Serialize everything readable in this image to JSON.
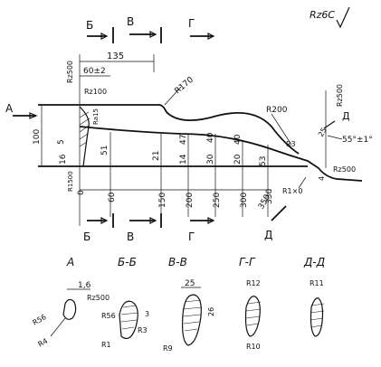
{
  "surface_finish_main": "Rz6C",
  "section_marks": {
    "b": "Б",
    "v": "В",
    "g": "Г",
    "d": "Д",
    "a": "А"
  },
  "dimensions": {
    "length_135": "135",
    "length_60": "60±2",
    "radius_170": "R170",
    "radius_200": "R200",
    "radius_3": "R3",
    "radius_1": "R1×0",
    "dia_100": "100",
    "dia_5": "5",
    "dia_16": "16",
    "dia_47": "47",
    "dia_40a": "40",
    "dia_40b": "40",
    "dia_14": "14",
    "dia_30": "30",
    "dia_20": "20",
    "dia_21": "21",
    "dia_53": "53",
    "dia_51": "51",
    "dia_4": "4",
    "dia_25": "25",
    "angle_55": "55°±1°",
    "ax_0": "0",
    "ax_60": "60",
    "ax_150": "150",
    "ax_200": "200",
    "ax_250": "250",
    "ax_300": "300",
    "ax_330": "330",
    "ax_350": "350"
  },
  "roughness": {
    "rz500_left": "Rz500",
    "rz100": "Rz100",
    "rz500_right": "Rz500",
    "rz500_end": "Rz500",
    "rz500_detail": "Rz500",
    "r1500": "R1500",
    "ra15": "Ra15"
  },
  "section_labels": {
    "a": "А",
    "bb": "Б-Б",
    "vv": "В-В",
    "gg": "Г-Г",
    "dd": "Д-Д"
  },
  "detail_dims": {
    "d_16": "1,6",
    "d_rz500": "Rz500",
    "d_r56": "R56",
    "d_r4": "R4",
    "b_r56": "R56",
    "b_r1": "R1",
    "b_3": "3",
    "b_r3": "R3",
    "v_25": "25",
    "v_26": "26",
    "v_r9": "R9",
    "g_r12": "R12",
    "g_r10": "R10",
    "d_r11": "R11"
  }
}
